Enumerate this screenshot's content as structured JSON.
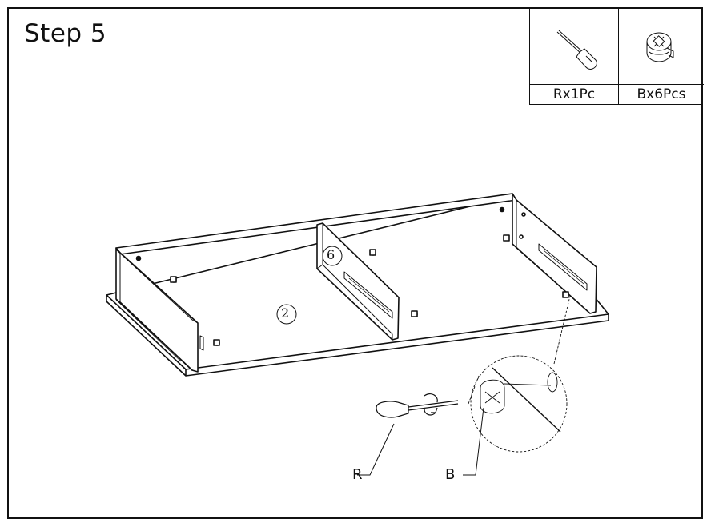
{
  "step": {
    "title": "Step 5"
  },
  "parts": [
    {
      "id": "R",
      "label": "Rx1Pc",
      "icon": "screwdriver-icon"
    },
    {
      "id": "B",
      "label": "Bx6Pcs",
      "icon": "cam-lock-icon"
    }
  ],
  "drawing": {
    "panel_labels": [
      "2",
      "6"
    ],
    "callouts": [
      "R",
      "B"
    ]
  }
}
